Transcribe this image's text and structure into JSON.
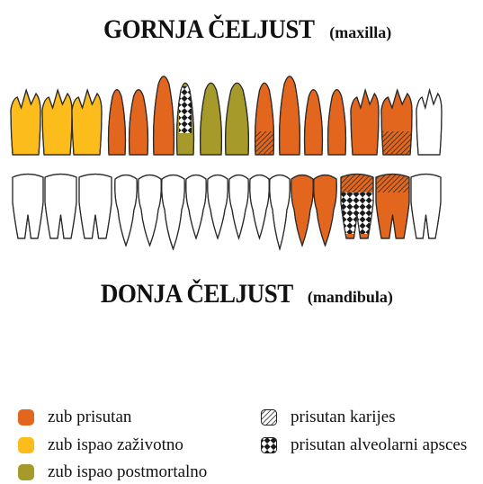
{
  "upper_title": {
    "main": "GORNJA ČELJUST",
    "sub": "(maxilla)"
  },
  "lower_title": {
    "main": "DONJA ČELJUST",
    "sub": "(mandibula)"
  },
  "colors": {
    "present": "#E3661F",
    "lost_antemortem": "#FBBC1C",
    "lost_postmortem": "#A69A2A",
    "outline": "#2a2a2a"
  },
  "upper_teeth": [
    "lost_antemortem",
    "lost_antemortem",
    "lost_antemortem",
    "present",
    "present",
    "present",
    "lost_postmortem_abscess",
    "lost_postmortem",
    "lost_postmortem",
    "present_caries",
    "present",
    "present",
    "present",
    "present",
    "present_caries",
    "absent"
  ],
  "lower_teeth": [
    "absent",
    "absent",
    "absent",
    "absent",
    "absent",
    "absent",
    "absent",
    "absent",
    "absent",
    "absent",
    "absent",
    "present",
    "present",
    "present_caries_abscess",
    "present_caries",
    "absent"
  ],
  "legend": [
    {
      "label": "zub prisutan",
      "swatch": "present"
    },
    {
      "label": "zub ispao zaživotno",
      "swatch": "lost_antemortem"
    },
    {
      "label": "zub ispao postmortalno",
      "swatch": "lost_postmortem"
    },
    {
      "label": "prisutan karijes",
      "swatch": "caries"
    },
    {
      "label": "prisutan alveolarni apsces",
      "swatch": "abscess"
    }
  ]
}
